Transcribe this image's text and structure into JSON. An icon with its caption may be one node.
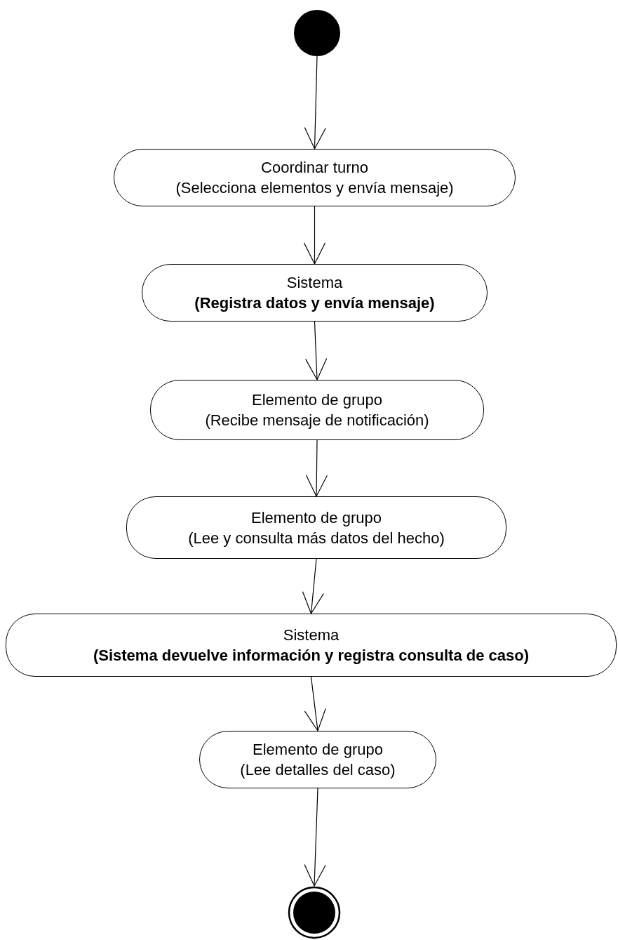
{
  "diagram": {
    "nodes": [
      {
        "text": [],
        "shape": "circle"
      },
      {
        "text": [
          "Coordinar turno",
          "(Selecciona elementos y envía mensaje)"
        ]
      },
      {
        "text": [
          "Sistema",
          "**(Registra datos y envía mensaje)**"
        ]
      },
      {
        "text": [
          "Elemento de grupo",
          "(Recibe mensaje de notificación)"
        ]
      },
      {
        "text": [
          "Elemento de grupo",
          "(Lee y consulta más datos del hecho)"
        ]
      },
      {
        "text": [
          "Sistema",
          "**(Sistema devuelve información y registra consulta de caso)**"
        ]
      },
      {
        "text": [
          "Elemento de grupo",
          "(Lee detalles del caso)"
        ]
      },
      {
        "text": [],
        "shape": "circle"
      }
    ],
    "edges": [
      {
        "from": 0,
        "to": 1,
        "arrow": "to"
      },
      {
        "from": 1,
        "to": 2,
        "arrow": "to"
      },
      {
        "from": 2,
        "to": 3,
        "arrow": "to"
      },
      {
        "from": 3,
        "to": 4,
        "arrow": "to"
      },
      {
        "from": 4,
        "to": 5,
        "arrow": "to"
      },
      {
        "from": 5,
        "to": 6,
        "arrow": "to"
      },
      {
        "from": 6,
        "to": 7,
        "arrow": "to"
      }
    ]
  }
}
